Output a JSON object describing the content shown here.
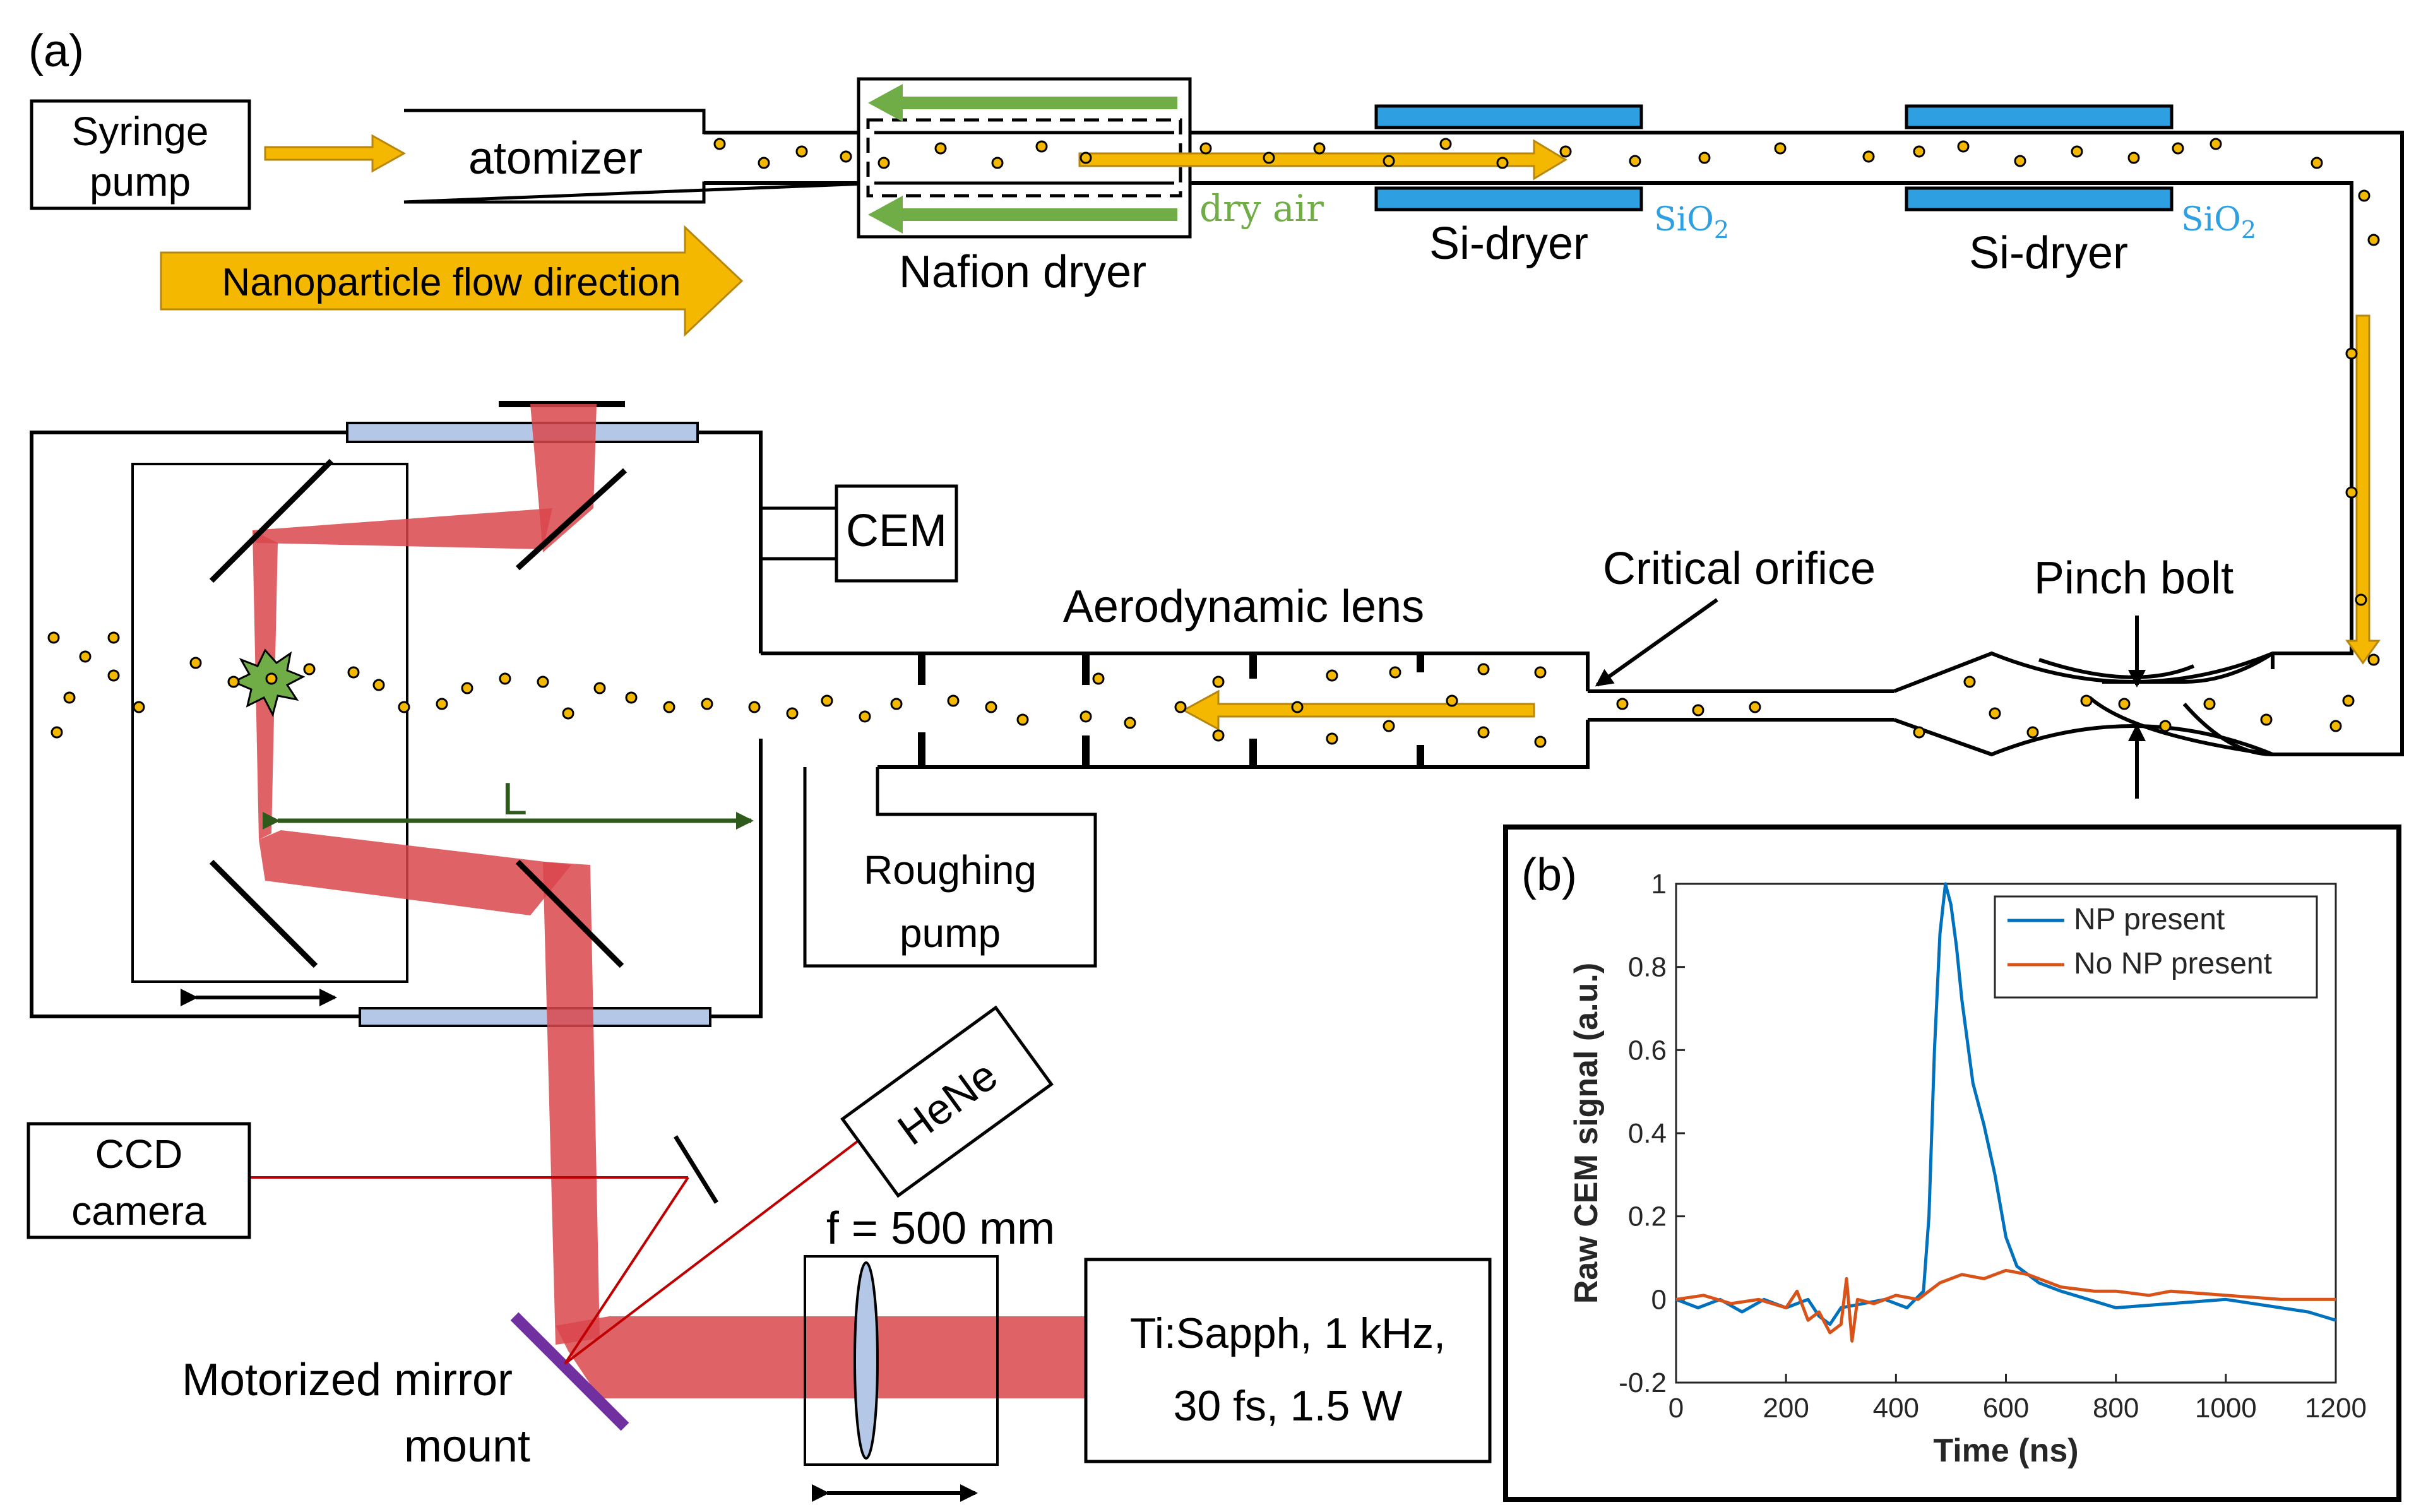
{
  "labels": {
    "panel_a": "(a)",
    "panel_b": "(b)",
    "syringe_line1": "Syringe",
    "syringe_line2": "pump",
    "atomizer": "atomizer",
    "flow_direction": "Nanoparticle flow direction",
    "nafion": "Nafion dryer",
    "dry_air": "dry air",
    "si_dryer_1": "Si-dryer",
    "si_dryer_2": "Si-dryer",
    "sio2_1": "SiO",
    "sio2_1_sub": "2",
    "sio2_2": "SiO",
    "sio2_2_sub": "2",
    "cem": "CEM",
    "aero_lens": "Aerodynamic lens",
    "critical_orifice": "Critical orifice",
    "pinch_bolt": "Pinch bolt",
    "distance_L": "L",
    "roughing_line1": "Roughing",
    "roughing_line2": "pump",
    "hene": "HeNe",
    "ccd_line1": "CCD",
    "ccd_line2": "camera",
    "focal_length": "f = 500 mm",
    "laser_line1": "Ti:Sapph, 1 kHz,",
    "laser_line2": "30 fs, 1.5 W",
    "mirror_line1": "Motorized mirror",
    "mirror_line2": "mount"
  },
  "colors": {
    "beam": "#d9474c",
    "orange": "#f5b800",
    "green_arrow": "#70ad47",
    "dark_green": "#2e5a1c",
    "window": "#b4c7e7",
    "silica": "#2e9fe0",
    "mirror_purple": "#7030a0",
    "series_np": "#0072bd",
    "series_nonp": "#d95319"
  },
  "chart_data": {
    "type": "line",
    "xlabel": "Time (ns)",
    "ylabel": "Raw CEM signal (a.u.)",
    "xlim": [
      0,
      1200
    ],
    "ylim": [
      -0.2,
      1
    ],
    "xticks": [
      "0",
      "200",
      "400",
      "600",
      "800",
      "1000",
      "1200"
    ],
    "yticks": [
      "-0.2",
      "0",
      "0.2",
      "0.4",
      "0.6",
      "0.8",
      "1"
    ],
    "legend_position": "top-right",
    "series": [
      {
        "name": "NP present",
        "color": "#0072bd",
        "x": [
          0,
          40,
          80,
          120,
          160,
          200,
          240,
          260,
          280,
          300,
          340,
          380,
          420,
          450,
          460,
          470,
          480,
          490,
          500,
          510,
          520,
          540,
          560,
          580,
          600,
          620,
          660,
          700,
          750,
          800,
          900,
          1000,
          1100,
          1150,
          1200
        ],
        "y": [
          0.0,
          -0.02,
          0.0,
          -0.03,
          0.0,
          -0.02,
          0.0,
          -0.04,
          -0.06,
          -0.02,
          -0.01,
          0.0,
          -0.02,
          0.02,
          0.2,
          0.6,
          0.88,
          1.0,
          0.95,
          0.85,
          0.72,
          0.52,
          0.42,
          0.3,
          0.15,
          0.08,
          0.04,
          0.02,
          0.0,
          -0.02,
          -0.01,
          0.0,
          -0.02,
          -0.03,
          -0.05
        ]
      },
      {
        "name": "No NP present",
        "color": "#d95319",
        "x": [
          0,
          50,
          100,
          150,
          200,
          220,
          240,
          260,
          280,
          300,
          310,
          320,
          330,
          360,
          400,
          440,
          480,
          520,
          560,
          600,
          640,
          700,
          760,
          800,
          860,
          900,
          1000,
          1100,
          1200
        ],
        "y": [
          0.0,
          0.01,
          -0.01,
          0.0,
          -0.02,
          0.02,
          -0.05,
          -0.03,
          -0.08,
          -0.06,
          0.05,
          -0.1,
          0.0,
          -0.01,
          0.01,
          0.0,
          0.04,
          0.06,
          0.05,
          0.07,
          0.06,
          0.03,
          0.02,
          0.02,
          0.01,
          0.02,
          0.01,
          0.0,
          0.0
        ]
      }
    ]
  }
}
